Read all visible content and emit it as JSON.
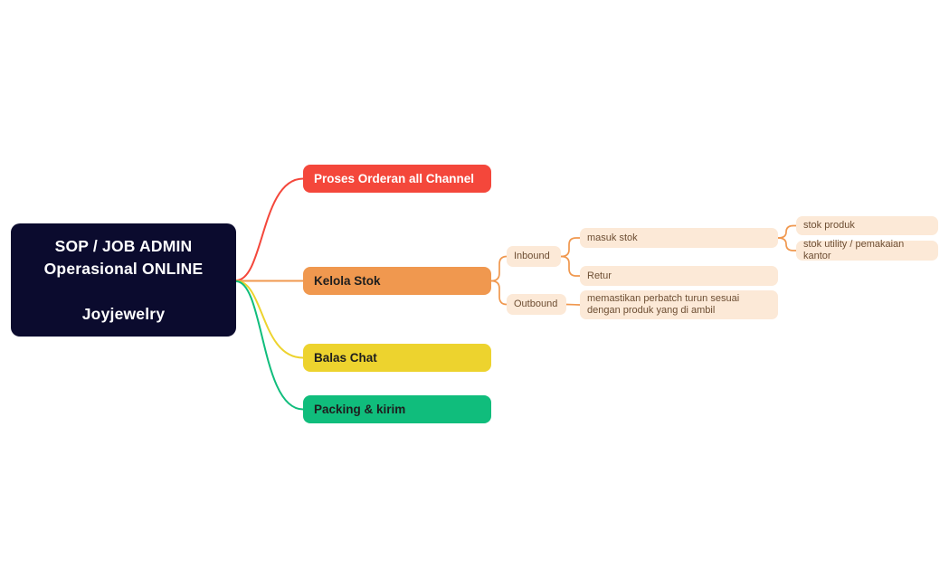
{
  "root": {
    "lines": [
      "SOP / JOB ADMIN",
      "Operasional ONLINE",
      "Joyjewelry"
    ],
    "bg_color": "#0b0b2e",
    "text_color": "#ffffff"
  },
  "branches": [
    {
      "label": "Proses Orderan all Channel",
      "color": "#f4473b",
      "text_color": "#ffffff",
      "children": []
    },
    {
      "label": "Kelola Stok",
      "color": "#f0984f",
      "text_color": "#1e1e1e",
      "children": [
        {
          "label": "Inbound",
          "children": [
            {
              "label": "masuk stok",
              "children": [
                {
                  "label": "stok produk"
                },
                {
                  "label": "stok utility / pemakaian kantor"
                }
              ]
            },
            {
              "label": "Retur"
            }
          ]
        },
        {
          "label": "Outbound",
          "children": [
            {
              "label": "memastikan perbatch turun sesuai dengan produk yang di ambil"
            }
          ]
        }
      ]
    },
    {
      "label": "Balas Chat",
      "color": "#edd32e",
      "text_color": "#1e1e1e",
      "children": []
    },
    {
      "label": "Packing & kirim",
      "color": "#10bd7c",
      "text_color": "#1e1e1e",
      "children": []
    }
  ],
  "subnode_style": {
    "bg_color": "#fce9d7",
    "text_color": "#6d4e33",
    "line_color": "#f0984f"
  }
}
